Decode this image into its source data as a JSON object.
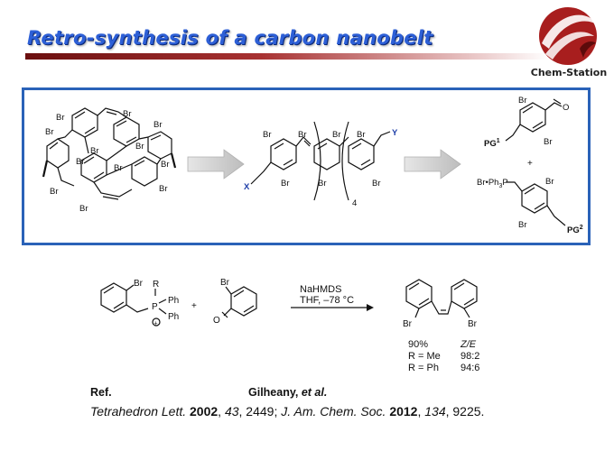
{
  "title": "Retro-synthesis of a carbon nanobelt",
  "logo": {
    "text": "Chem-Station",
    "colors": {
      "primary": "#a81e1e",
      "dark": "#5c0b0b"
    }
  },
  "accent": {
    "title_blue": "#2d5fd6",
    "box_blue": "#2a62b8",
    "bar_red": "#8a1d1d"
  },
  "scheme1": {
    "nanobelt_labels": [
      "Br",
      "Br",
      "Br",
      "Br",
      "Br",
      "Br",
      "Br",
      "Br",
      "Br",
      "Br",
      "Br",
      "Br"
    ],
    "intermediate": {
      "x": "X",
      "y": "Y",
      "repeat": "4",
      "br": "Br"
    },
    "fragments": {
      "top": {
        "pg": "PG",
        "pg_sup": "1",
        "o": "O",
        "br": "Br"
      },
      "plus": "+",
      "bottom": {
        "pg": "PG",
        "pg_sup": "2",
        "ylide": "Br•Ph",
        "sub3": "3",
        "p": "P",
        "br": "Br"
      }
    }
  },
  "scheme2": {
    "reagent1": {
      "br": "Br",
      "r": "R",
      "p": "P",
      "ph1": "Ph",
      "ph2": "Ph",
      "charge": "+"
    },
    "plus": "+",
    "reagent2": {
      "br": "Br",
      "o": "O"
    },
    "conditions": {
      "line1": "NaHMDS",
      "line2": "THF, –78 °C"
    },
    "product": {
      "br_left": "Br",
      "br_right": "Br"
    },
    "table": {
      "yield": "90%",
      "ze_header": "Z/E",
      "rows": [
        {
          "label": "R = Me",
          "ratio": "98:2"
        },
        {
          "label": "R = Ph",
          "ratio": "94:6"
        }
      ]
    }
  },
  "reference": {
    "label": "Ref.",
    "authors": "Gilheany, ",
    "etal": "et al.",
    "c1_journal": "Tetrahedron Lett.",
    "c1_year": "2002",
    "c1_vol": "43",
    "c1_pages": ", 2449;  ",
    "c2_journal": "J. Am. Chem. Soc.",
    "c2_year": "2012",
    "c2_vol": "134",
    "c2_pages": ", 9225."
  }
}
